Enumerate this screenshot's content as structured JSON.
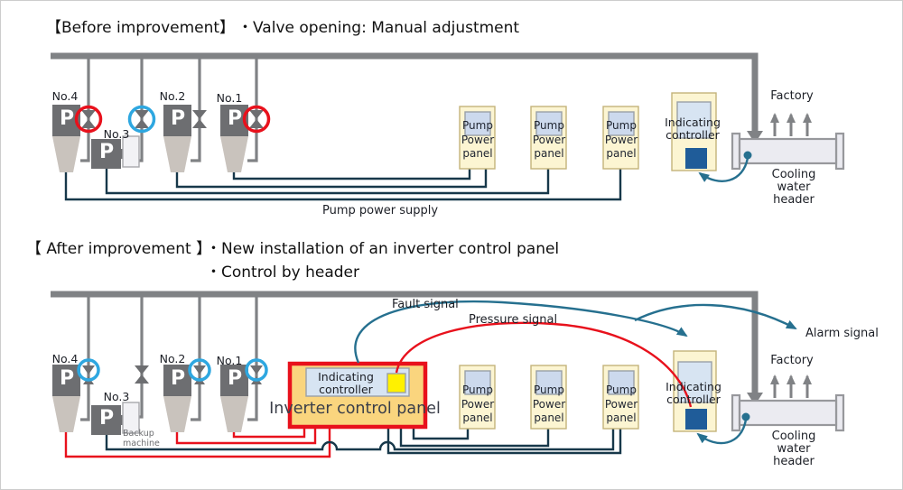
{
  "before": {
    "title": "【Before improvement】",
    "bullet": "・Valve opening: Manual adjustment"
  },
  "after": {
    "title": "【 After improvement 】",
    "bullet1": "・New installation of an inverter control panel",
    "bullet2": "・Control by header"
  },
  "labels": {
    "p": "P",
    "no1": "No.1",
    "no2": "No.2",
    "no3": "No.3",
    "no4": "No.4",
    "pump_power_supply": "Pump power supply",
    "pump_power_panel": "Pump\nPower\npanel",
    "indicating_controller": "Indicating\ncontroller",
    "inverter_control_panel": "Inverter control panel",
    "backup_machine": "Backup\nmachine",
    "fault_signal": "Fault signal",
    "pressure_signal": "Pressure signal",
    "alarm_signal": "Alarm signal",
    "factory": "Factory",
    "cooling_water_header": "Cooling\nwater\nheader"
  },
  "colors": {
    "pipe_gray": "#808285",
    "pump_gray": "#6d6e71",
    "wire_navy": "#17384a",
    "signal_teal": "#26708f",
    "signal_red": "#e8111c",
    "valve_circle_red": "#e8111c",
    "valve_circle_blue": "#2ea7e0",
    "panel_yellow": "#fcf5d2",
    "inverter_orange": "#fad57e",
    "screen_blue": "#d7e4f2",
    "controller_square_blue": "#1f5c99",
    "inverter_lamp_yellow": "#fff100"
  }
}
